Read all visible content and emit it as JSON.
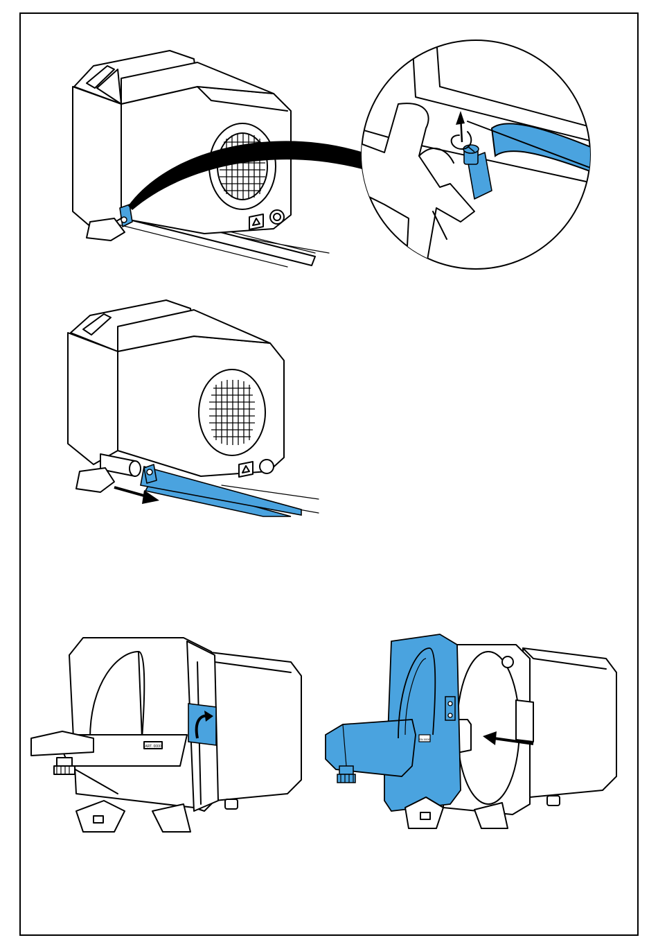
{
  "colors": {
    "accent_blue": "#4aa3df",
    "line": "#000000",
    "background": "#ffffff"
  },
  "figures": [
    {
      "id": "step-1",
      "icon": "device-loosen-clamp-screw"
    },
    {
      "id": "step-1-detail",
      "icon": "magnified-clamp-screw"
    },
    {
      "id": "step-2",
      "icon": "device-slide-off-rod"
    },
    {
      "id": "step-3",
      "icon": "device-open-cover"
    },
    {
      "id": "step-4",
      "icon": "device-remove-cover"
    }
  ],
  "badge_text": {
    "label_plate_left": "ART. 0000",
    "label_plate_right": "SN 0000"
  }
}
